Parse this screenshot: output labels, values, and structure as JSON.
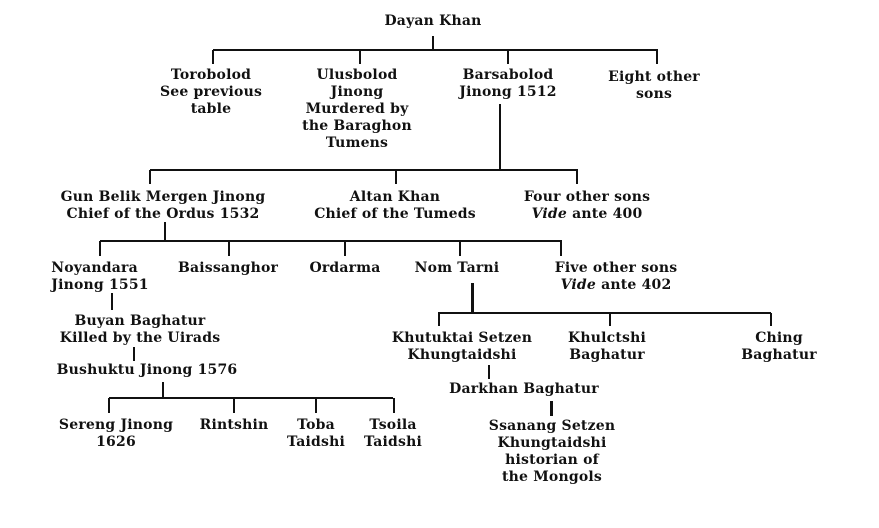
{
  "title": "Genealogy of Dayan Khan",
  "root": {
    "name": "Dayan Khan"
  },
  "sons": [
    {
      "lines": [
        "Torobolod",
        "See previous",
        "table"
      ]
    },
    {
      "lines": [
        "Ulusbolod",
        "Jinong",
        "Murdered by",
        "the Baraghon",
        "Tumens"
      ]
    },
    {
      "lines": [
        "Barsabolod",
        "Jinong 1512"
      ]
    },
    {
      "lines": [
        "Eight other",
        "sons"
      ]
    }
  ],
  "barsabolod_sons": [
    {
      "lines": [
        "Gun Belik Mergen Jinong",
        "Chief of the Ordus 1532"
      ]
    },
    {
      "lines": [
        "Altan Khan",
        "Chief of the Tumeds"
      ]
    },
    {
      "lines": [
        "Four other sons"
      ],
      "vide": "Vide",
      "ref": " ante 400"
    }
  ],
  "gun_belik_sons": [
    {
      "lines": [
        "Noyandara",
        "Jinong 1551"
      ]
    },
    {
      "lines": [
        "Baissanghor"
      ]
    },
    {
      "lines": [
        "Ordarma"
      ]
    },
    {
      "lines": [
        "Nom Tarni"
      ]
    },
    {
      "lines": [
        "Five other sons"
      ],
      "vide": "Vide",
      "ref": " ante 402"
    }
  ],
  "noyandara_line": {
    "buyan": [
      "Buyan Baghatur",
      "Killed by the Uirads"
    ],
    "bushuktu": "Bushuktu Jinong 1576",
    "bushuktu_sons": [
      {
        "lines": [
          "Sereng Jinong",
          "1626"
        ]
      },
      {
        "lines": [
          "Rintshin"
        ]
      },
      {
        "lines": [
          "Toba",
          "Taidshi"
        ]
      },
      {
        "lines": [
          "Tsoila",
          "Taidshi"
        ]
      }
    ]
  },
  "nom_tarni_sons": [
    {
      "lines": [
        "Khutuktai Setzen",
        "Khungtaidshi"
      ]
    },
    {
      "lines": [
        "Khulctshi",
        "Baghatur"
      ]
    },
    {
      "lines": [
        "Ching",
        "Baghatur"
      ]
    }
  ],
  "khutuktai_line": {
    "darkhan": "Darkhan Baghatur",
    "ssanang": [
      "Ssanang Setzen",
      "Khungtaidshi",
      "historian of",
      "the Mongols"
    ]
  }
}
